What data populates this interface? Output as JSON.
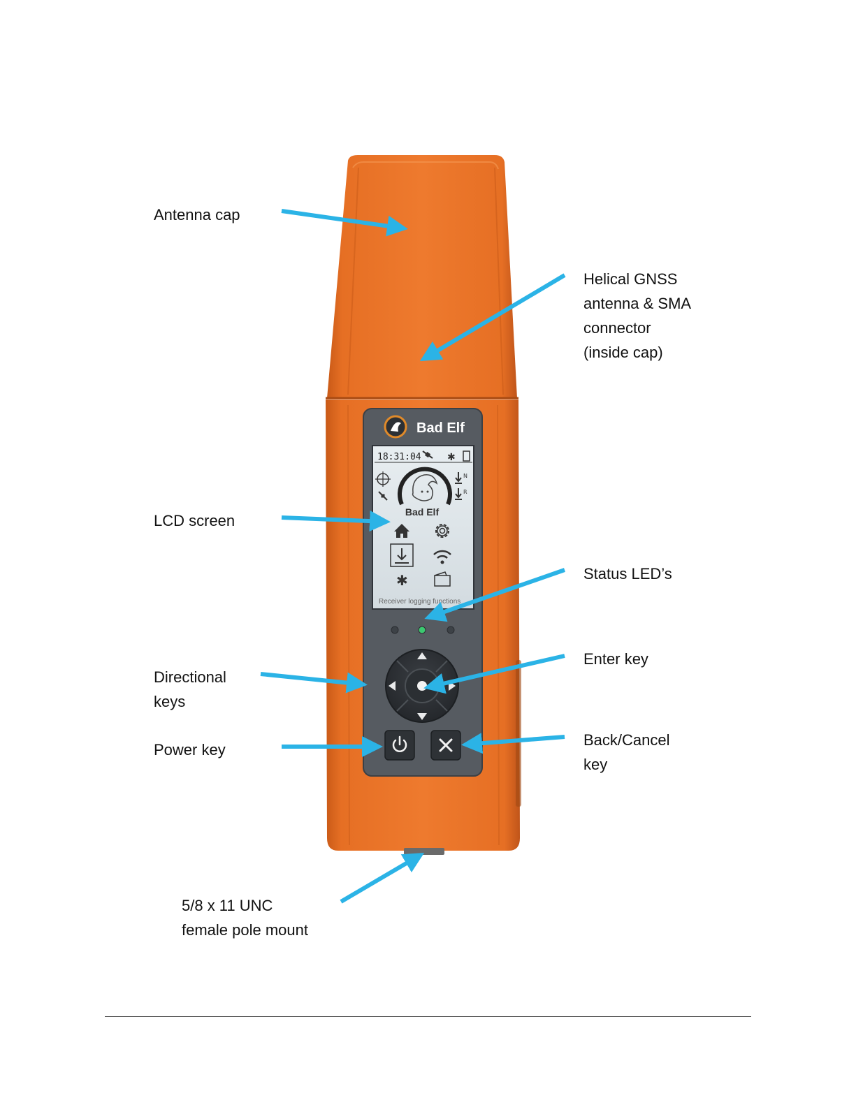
{
  "labels": {
    "antenna_cap": "Antenna cap",
    "helical_antenna": [
      "Helical GNSS",
      "antenna & SMA",
      "connector",
      "(inside cap)"
    ],
    "lcd_screen": "LCD screen",
    "status_leds": "Status LED’s",
    "directional_keys": [
      "Directional",
      "keys"
    ],
    "enter_key": "Enter key",
    "power_key": "Power key",
    "back_cancel_key": [
      "Back/Cancel",
      "key"
    ],
    "pole_mount": [
      "5/8 x 11 UNC",
      "female pole mount"
    ]
  },
  "device": {
    "brand": "Bad Elf",
    "screen": {
      "time": "18:31:04",
      "logo_text": "Bad Elf",
      "status_text": "Receiver logging functions",
      "side_labels": [
        "N",
        "R"
      ]
    }
  },
  "colors": {
    "body_orange": "#e8772e",
    "body_orange_dark": "#c85a18",
    "panel_gray": "#555a5f",
    "screen_bg": "#dfe6ea",
    "arrow_blue": "#2bb3e6",
    "led_green": "#3cc870"
  },
  "icons": [
    "home-icon",
    "gear-icon",
    "download-icon",
    "wifi-icon",
    "bluetooth-icon",
    "wallet-icon",
    "crosshair-icon",
    "satellite-icon"
  ]
}
